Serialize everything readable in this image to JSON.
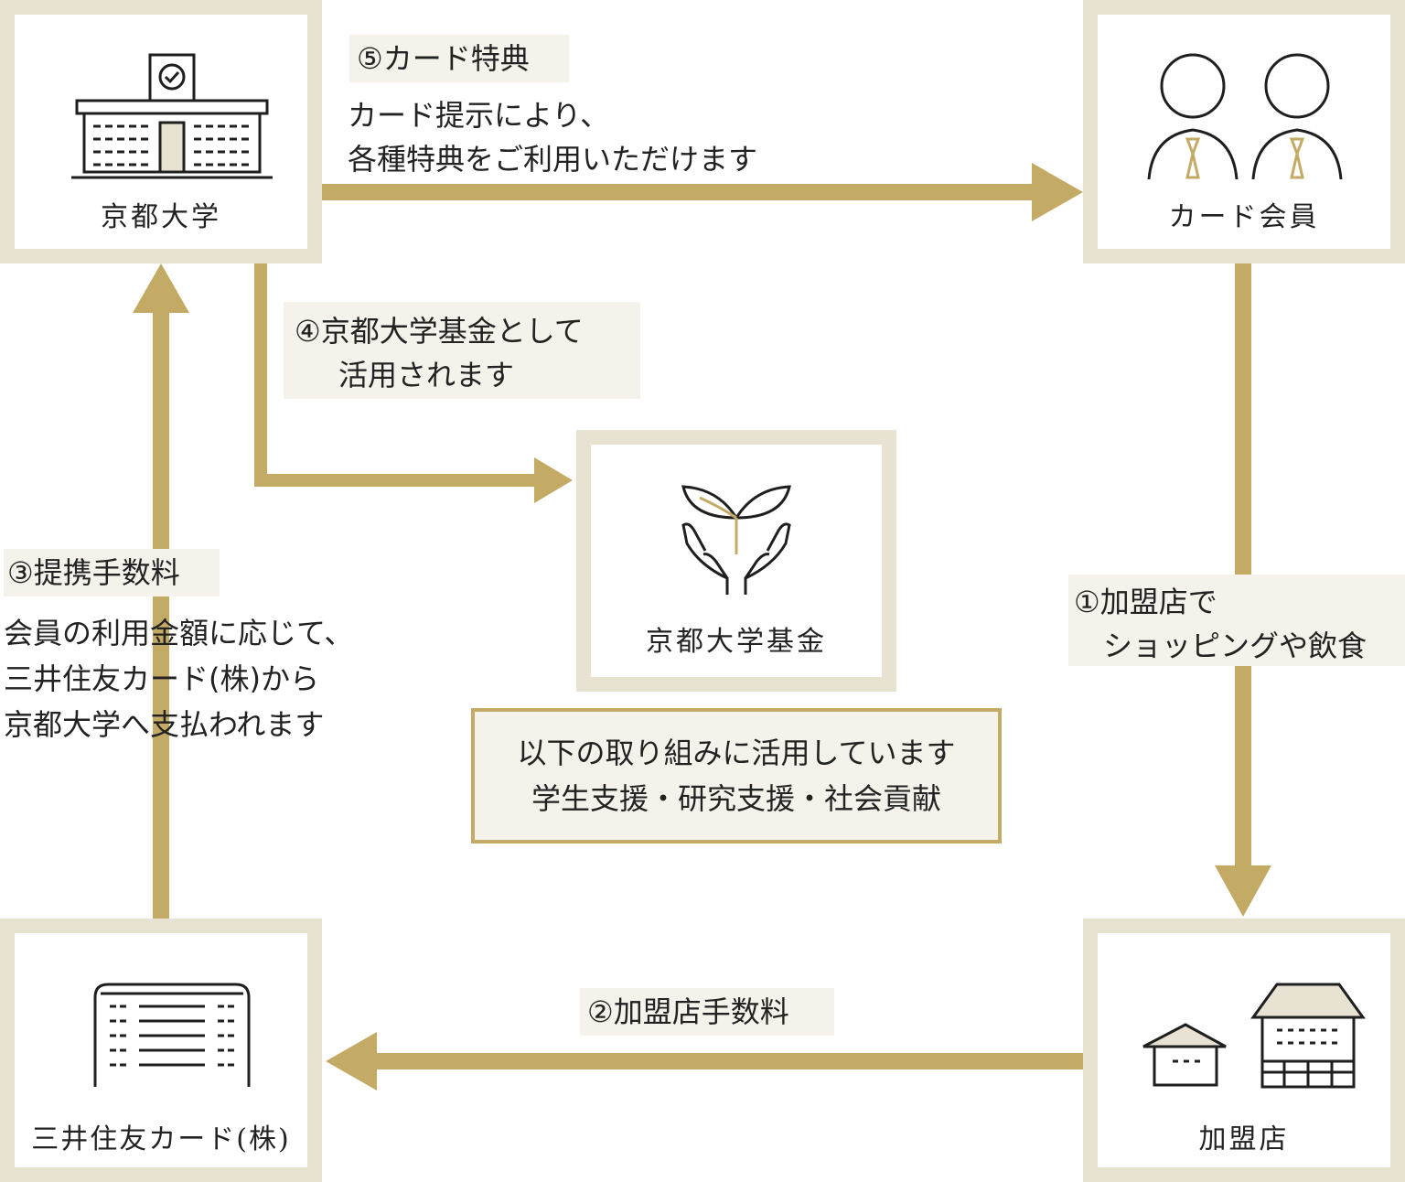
{
  "colors": {
    "arrow": "#c4ab65",
    "box_border": "#e8e2d2",
    "label_bg": "#f5f2eb",
    "icon_stroke": "#1f1f1f"
  },
  "nodes": {
    "university": {
      "name": "京都大学",
      "icon": "university-building-icon"
    },
    "member": {
      "name": "カード会員",
      "icon": "card-members-icon"
    },
    "fund": {
      "name": "京都大学基金",
      "icon": "sprout-hands-icon"
    },
    "card_company": {
      "name": "三井住友カード(株)",
      "icon": "office-building-icon"
    },
    "store": {
      "name": "加盟店",
      "icon": "store-houses-icon"
    }
  },
  "flows": {
    "step1": {
      "label_line1": "①加盟店で",
      "label_line2": "ショッピングや飲食"
    },
    "step2": {
      "label": "②加盟店手数料"
    },
    "step3": {
      "label": "③提携手数料",
      "desc_lines": [
        "会員の利用金額に応じて、",
        "三井住友カード(株)から",
        "京都大学へ支払われます"
      ]
    },
    "step4": {
      "label_line1": "④京都大学基金として",
      "label_line2": "活用されます"
    },
    "step5": {
      "label": "⑤カード特典",
      "desc_lines": [
        "カード提示により、",
        "各種特典をご利用いただけます"
      ]
    }
  },
  "fund_note": {
    "line1": "以下の取り組みに活用しています",
    "line2": "学生支援・研究支援・社会貢献"
  }
}
